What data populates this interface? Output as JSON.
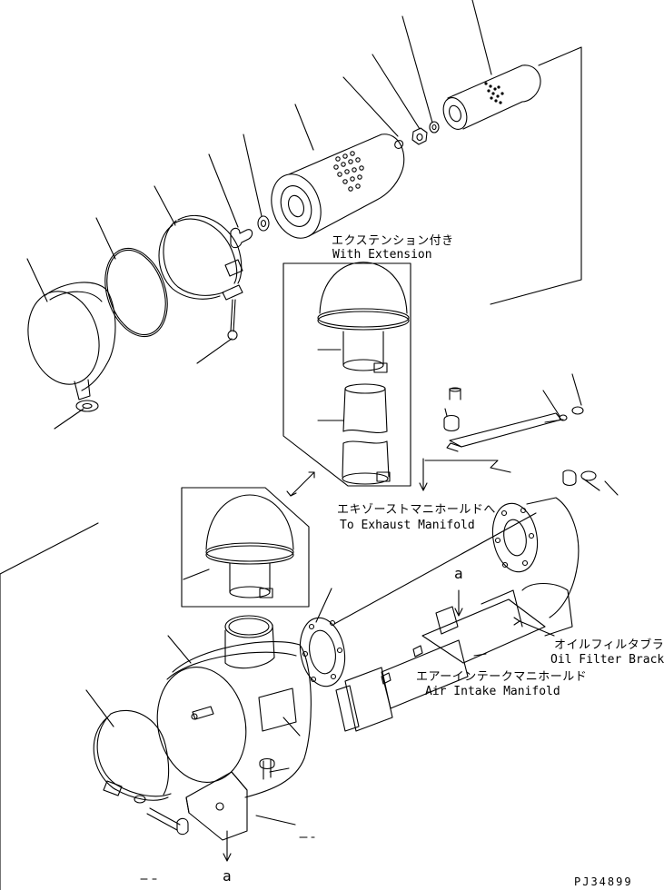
{
  "labels": {
    "extension_jp": "エクステンション付き",
    "extension_en": "With Extension",
    "exhaust_jp": "エキゾーストマニホールドへ",
    "exhaust_en": "To Exhaust Manifold",
    "oil_filter_jp": "オイルフィルタブラケット",
    "oil_filter_en": "Oil Filter Bracket",
    "air_intake_jp": "エアーインテークマニホールド",
    "air_intake_en": "Air Intake Manifold",
    "ref_mark_top": "a",
    "ref_mark_bottom": "a",
    "drawing_code": "PJ34899"
  }
}
